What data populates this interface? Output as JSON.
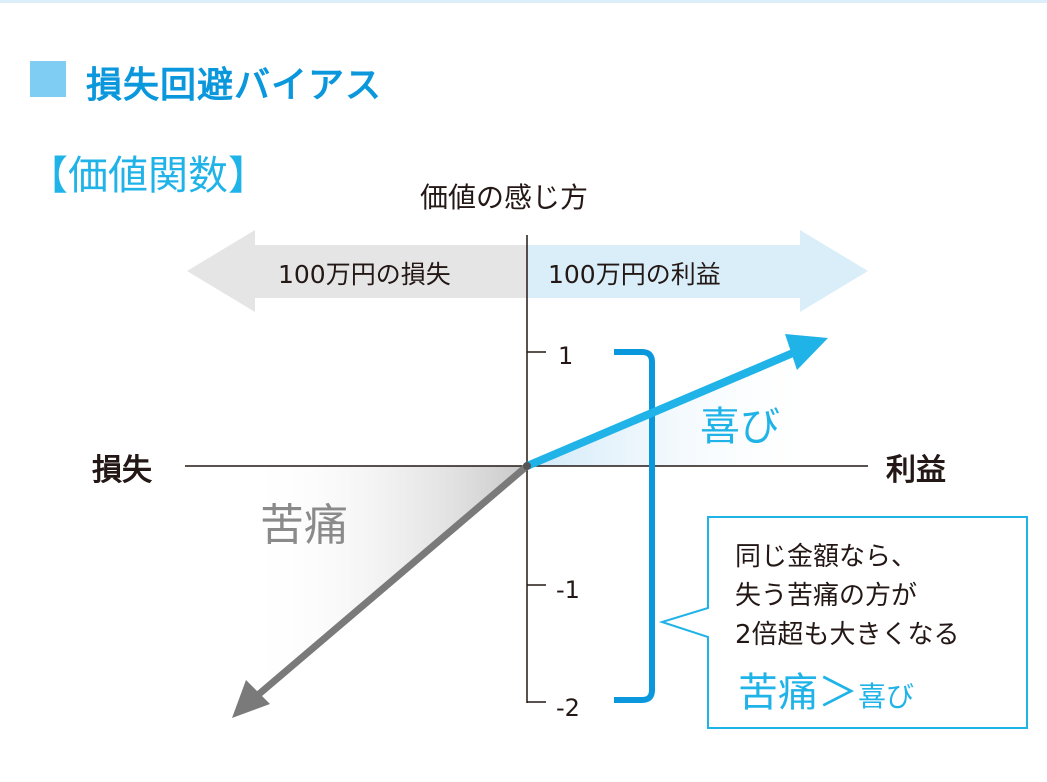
{
  "header": {
    "title": "損失回避バイアス",
    "subtitle": "【価値関数】"
  },
  "diagram": {
    "y_axis_label": "価値の感じ方",
    "loss_arrow_label": "100万円の損失",
    "gain_arrow_label": "100万円の利益",
    "x_left_label": "損失",
    "x_right_label": "利益",
    "ticks": [
      "1",
      "-1",
      "-2"
    ],
    "gain_label": "喜び",
    "pain_label": "苦痛",
    "colors": {
      "blue": "#1fb3e8",
      "bracket": "#0a97dc",
      "gray": "#7a7a7a"
    }
  },
  "callout": {
    "lines": [
      "同じ金額なら、",
      "失う苦痛の方が",
      "2倍超も大きくなる"
    ],
    "compare_big": "苦痛＞",
    "compare_small": "喜び"
  }
}
